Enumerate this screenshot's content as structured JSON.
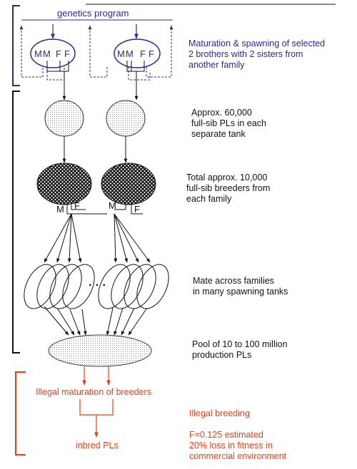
{
  "colors": {
    "blue": "#2a2a9a",
    "black": "#111111",
    "red": "#e8401a"
  },
  "genetics": {
    "header": "genetics program",
    "family_labels": [
      "M",
      "M",
      "F",
      "F"
    ],
    "description": [
      "Maturation & spawning of selected",
      "2 brothers with 2 sisters from",
      "another family"
    ]
  },
  "stages": {
    "pls": [
      "Approx. 60,000",
      "full-sib PLs in each",
      "separate tank"
    ],
    "breeders": [
      "Total approx. 10,000",
      "full-sib breeders from",
      "each family"
    ],
    "cross_labels": [
      "M",
      "F",
      "M",
      "F"
    ],
    "tanks_ellipsis": "· · ·",
    "mate": [
      "Mate across families",
      "in many spawning tanks"
    ],
    "pool": [
      "Pool of 10 to 100 million",
      "production PLs"
    ]
  },
  "illegal": {
    "maturation": "Illegal maturation of breeders",
    "breeding": "Illegal breeding",
    "inbred": "inbred PLs",
    "estimate": [
      "F=0.125 estimated",
      "20% loss in fitness in",
      "commercial environment"
    ]
  }
}
